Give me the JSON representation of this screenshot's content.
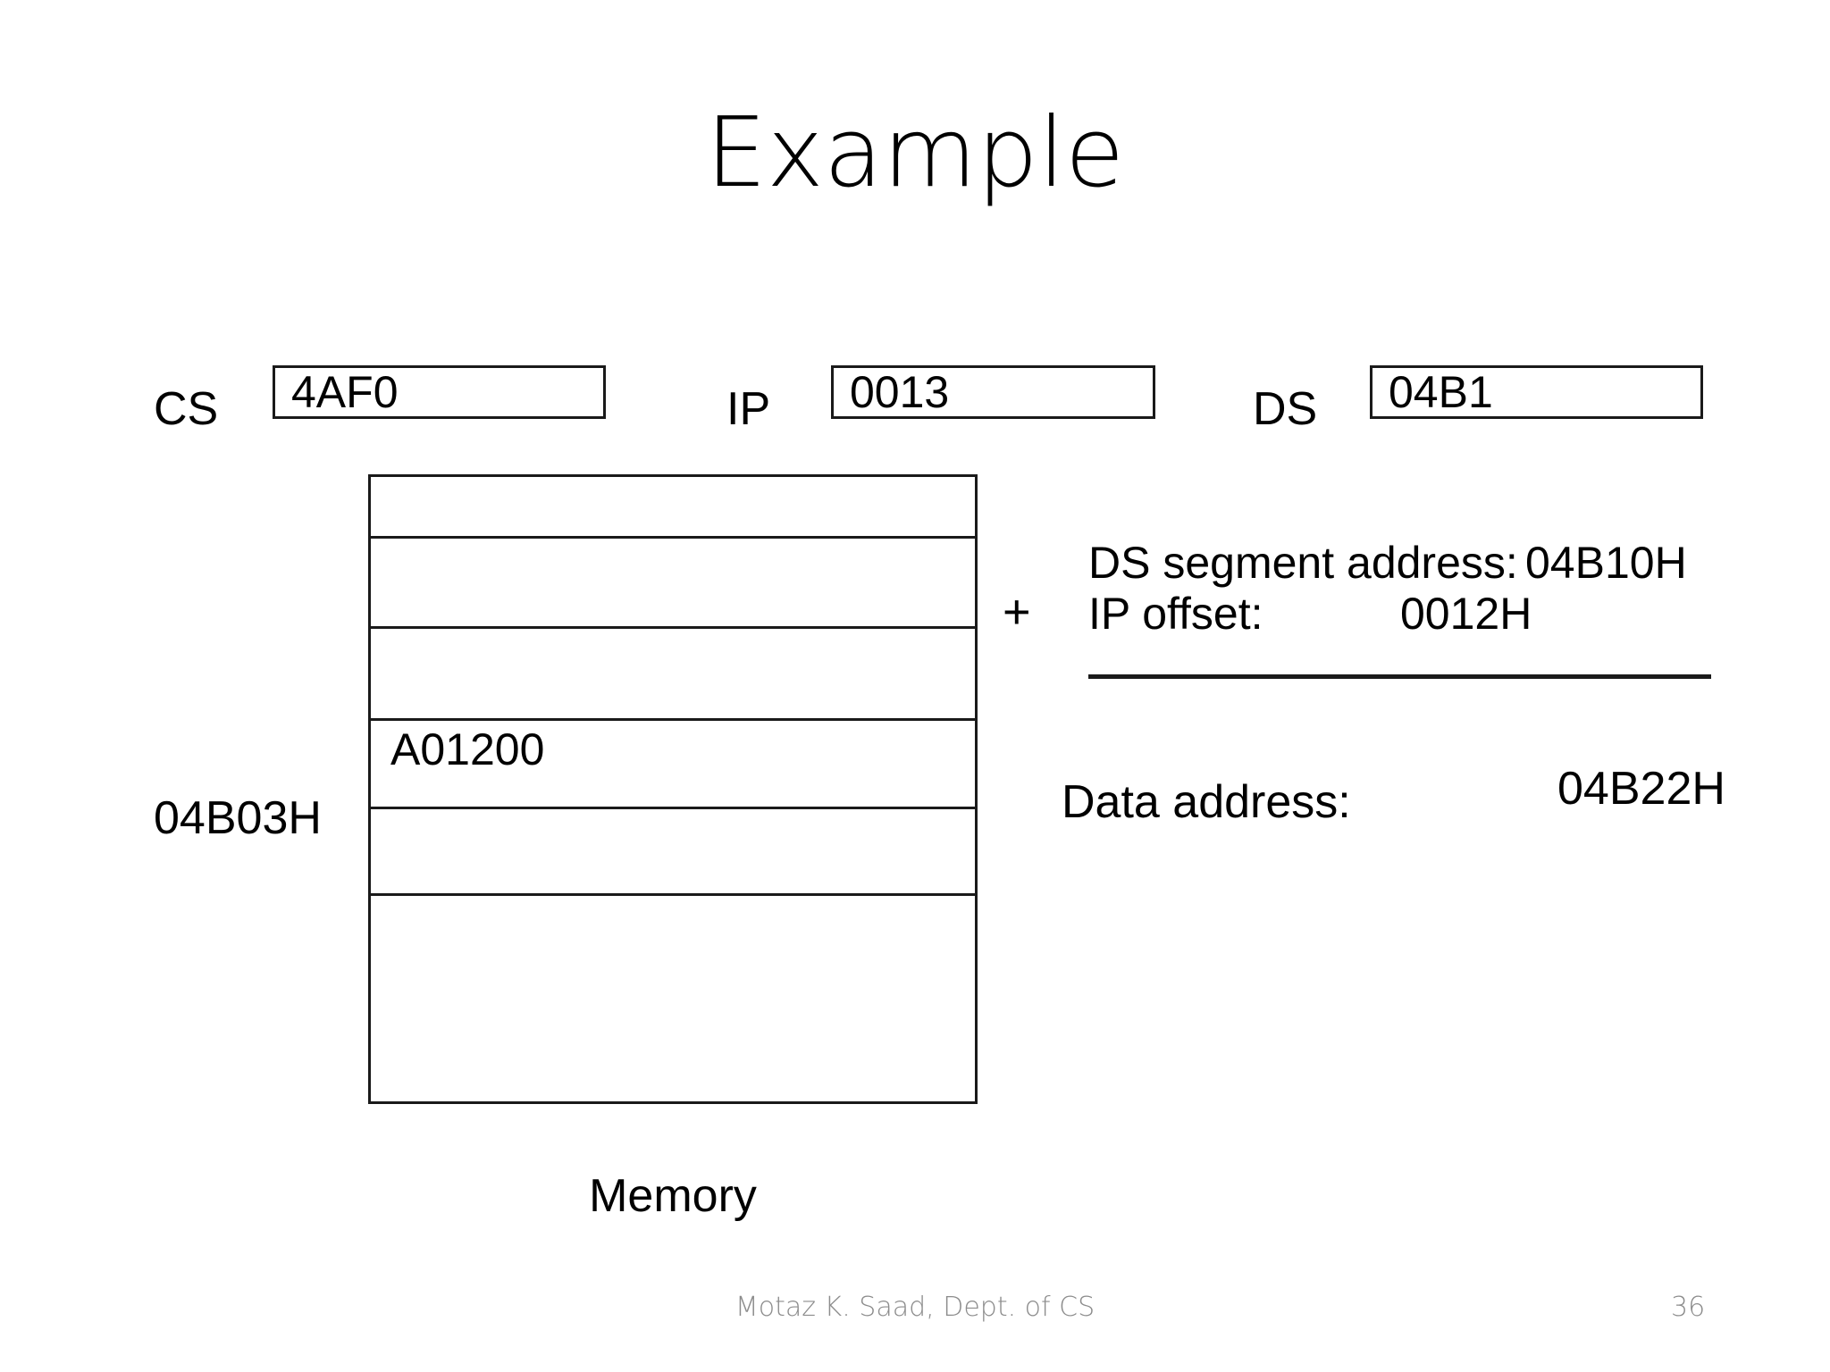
{
  "slide": {
    "title": "Example",
    "background_color": "#ffffff",
    "text_color": "#000000"
  },
  "registers": [
    {
      "name": "CS",
      "label": "CS",
      "value": "4AF0"
    },
    {
      "name": "IP",
      "label": "IP",
      "value": "0013"
    },
    {
      "name": "DS",
      "label": "DS",
      "value": "04B1"
    }
  ],
  "memory": {
    "caption": "Memory",
    "address_label": "04B03H",
    "rows": [
      {
        "value": ""
      },
      {
        "value": ""
      },
      {
        "value": ""
      },
      {
        "value": "A01200"
      },
      {
        "value": ""
      },
      {
        "value": ""
      }
    ]
  },
  "calculation": {
    "operator": "+",
    "segment_label": "DS segment address:",
    "segment_value": "04B10H",
    "offset_label": "IP offset:",
    "offset_value": "0012H",
    "result_label": "Data address:",
    "result_value": "04B22H",
    "rule_color": "#1a1a1a"
  },
  "footer": {
    "author": "Motaz K. Saad, Dept. of CS",
    "page_number": "36",
    "text_color": "#8c8c8c"
  }
}
